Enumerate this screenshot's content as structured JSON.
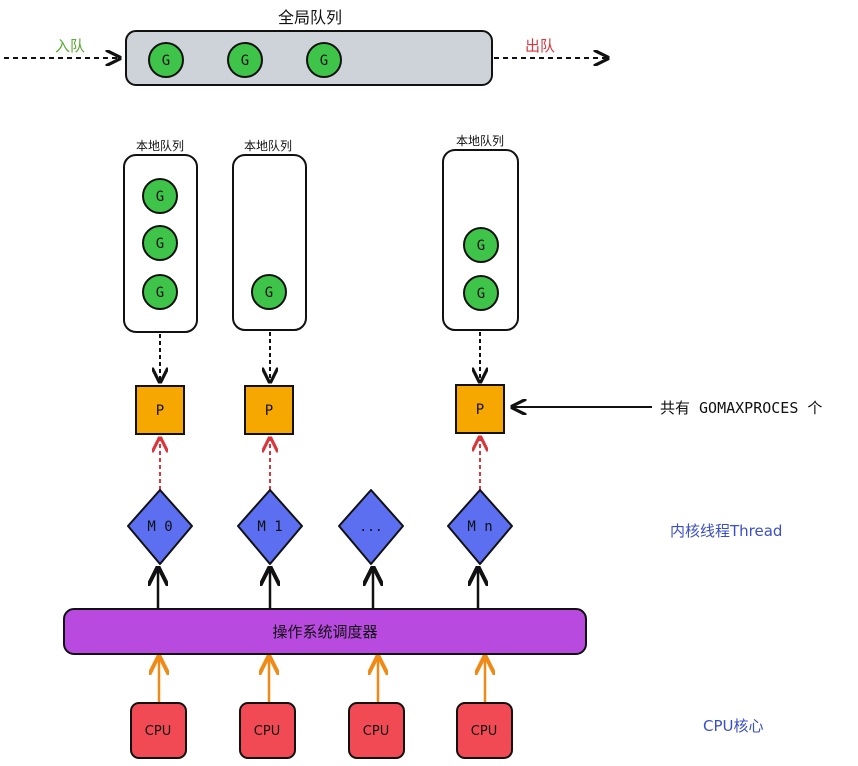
{
  "global_queue": {
    "title": "全局队列",
    "enqueue_label": "入队",
    "dequeue_label": "出队",
    "goroutines": [
      "G",
      "G",
      "G"
    ]
  },
  "local_queues": [
    {
      "label": "本地队列",
      "goroutines": [
        "G",
        "G",
        "G"
      ]
    },
    {
      "label": "本地队列",
      "goroutines": [
        "G"
      ]
    },
    {
      "label": "本地队列",
      "goroutines": [
        "G",
        "G"
      ]
    }
  ],
  "processors": [
    "P",
    "P",
    "P"
  ],
  "processor_note": "共有 GOMAXPROCES 个",
  "threads": [
    "M 0",
    "M 1",
    "...",
    "M n"
  ],
  "threads_label": "内核线程Thread",
  "scheduler_label": "操作系统调度器",
  "cpus": [
    "CPU",
    "CPU",
    "CPU",
    "CPU"
  ],
  "cpus_label": "CPU核心",
  "colors": {
    "goroutine": "#3fc44a",
    "processor": "#f6a800",
    "thread": "#5b6ff0",
    "scheduler": "#b84ae0",
    "cpu": "#f24a55",
    "global_queue_fill": "#ced3da",
    "enqueue_text": "#5aa832",
    "dequeue_text": "#d9363e",
    "annotation_text": "#3b4fc4",
    "arrow_orange": "#ef8a17",
    "arrow_red_dashed": "#d9363e"
  }
}
